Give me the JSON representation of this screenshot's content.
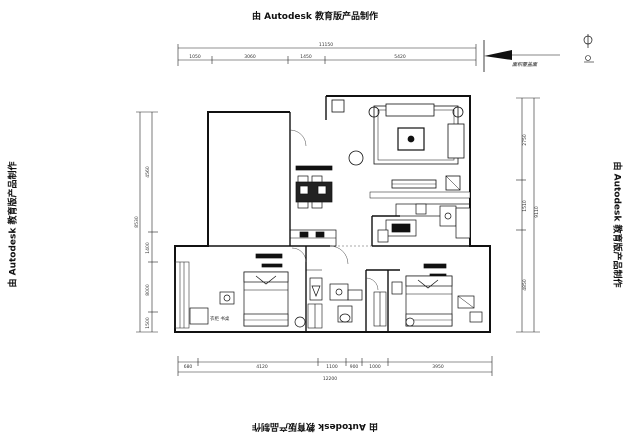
{
  "watermark": "由 Autodesk 教育版产品制作",
  "dimensions": {
    "top_total": "11150",
    "top_segments": [
      "1050",
      "3060",
      "1450",
      "5420"
    ],
    "bottom_total": "12200",
    "bottom_segments": [
      "680",
      "4120",
      "1100",
      "900",
      "1000",
      "3950"
    ],
    "left_segments": [
      "4560",
      "1400",
      "8000",
      "1500"
    ],
    "left_total": "8530",
    "right_segments": [
      "2750",
      "1510",
      "4850"
    ],
    "right_total": "9110"
  },
  "north": {
    "label": "面积覆盖面",
    "icon": "north-arrow-icon"
  },
  "room_note": "衣柜 书桌"
}
